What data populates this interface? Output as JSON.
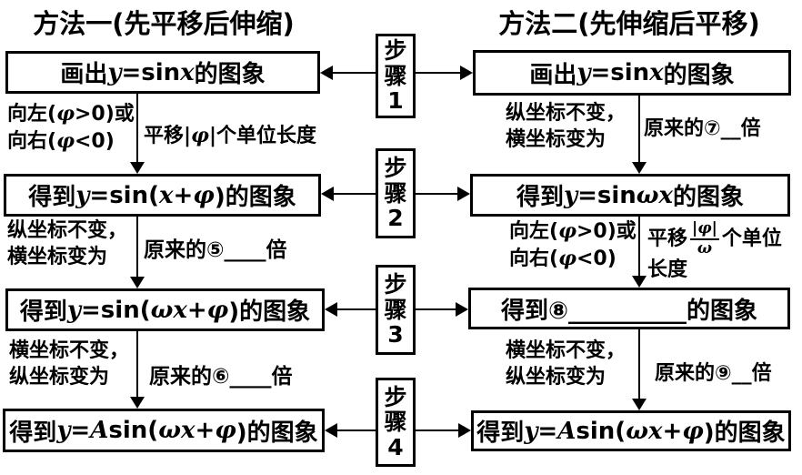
{
  "colors": {
    "ink": "#000000",
    "background": "#ffffff"
  },
  "titles": {
    "method1": "方法一(先平移后伸缩)",
    "method2": "方法二(先伸缩后平移)"
  },
  "steps": [
    {
      "label": "步骤",
      "num": "1"
    },
    {
      "label": "步骤",
      "num": "2"
    },
    {
      "label": "步骤",
      "num": "3"
    },
    {
      "label": "步骤",
      "num": "4"
    }
  ],
  "method1": {
    "boxes": [
      "画出y=sin x的图象",
      "得到y=sin(x+φ)的图象",
      "得到y=sin(ωx+φ)的图象",
      "得到y=Asin(ωx+φ)的图象"
    ],
    "transitions": [
      {
        "side": "向左(φ>0)或\n向右(φ<0)",
        "main": "平移|φ|个单位长度"
      },
      {
        "side": "纵坐标不变，\n横坐标变为",
        "main": "原来的⑤____倍"
      },
      {
        "side": "横坐标不变，\n纵坐标变为",
        "main": "原来的⑥____倍"
      }
    ]
  },
  "method2": {
    "boxes": [
      "画出y=sin x的图象",
      "得到y=sin ωx的图象",
      "得到⑧__________的图象",
      "得到y=Asin(ωx+φ)的图象"
    ],
    "transitions": [
      {
        "side": "纵坐标不变，\n横坐标变为",
        "main": "原来的⑦__倍"
      },
      {
        "side": "向左(φ>0)或\n向右(φ<0)",
        "main_prefix": "平移",
        "frac_num": "|φ|",
        "frac_den": "ω",
        "main_suffix": "个单位",
        "main_line2": "长度"
      },
      {
        "side": "横坐标不变，\n纵坐标变为",
        "main": "原来的⑨__倍"
      }
    ]
  }
}
